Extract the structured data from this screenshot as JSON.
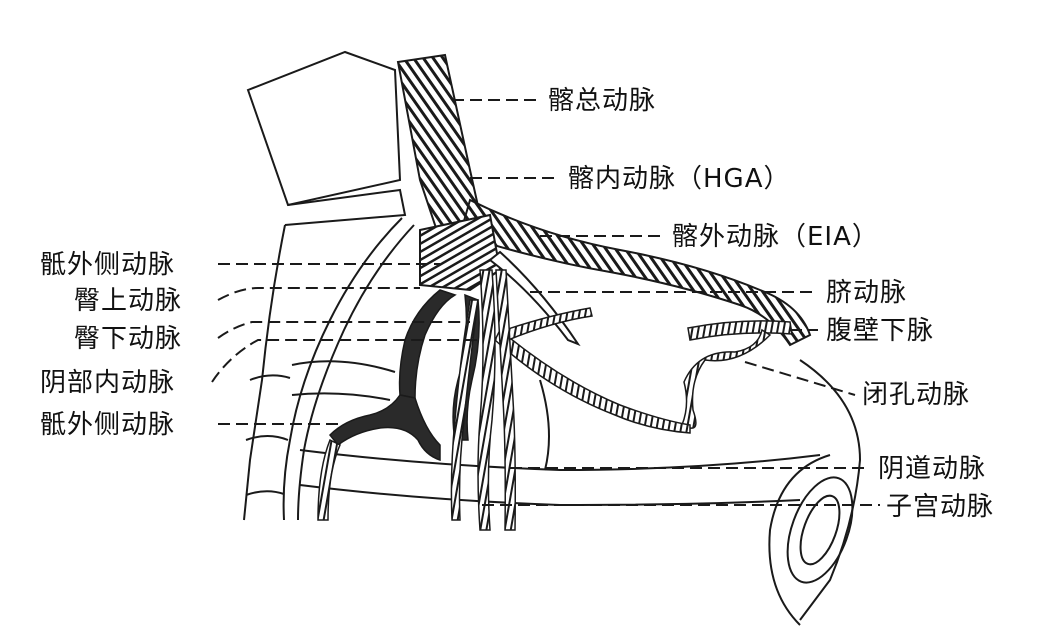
{
  "diagram": {
    "labels": {
      "common_iliac": "髂总动脉",
      "internal_iliac": "髂内动脉（HGA）",
      "external_iliac": "髂外动脉（EIA）",
      "umbilical": "脐动脉",
      "inferior_epigastric": "腹壁下脉",
      "obturator": "闭孔动脉",
      "vaginal": "阴道动脉",
      "uterine": "子宫动脉",
      "lateral_sacral_upper": "骶外侧动脉",
      "superior_gluteal": "臀上动脉",
      "inferior_gluteal": "臀下动脉",
      "internal_pudendal": "阴部内动脉",
      "lateral_sacral_lower": "骶外侧动脉"
    },
    "colors": {
      "line": "#1a1a1a",
      "vessel_fill": "#ffffff",
      "shade": "#2a2a2a",
      "text": "#111111"
    }
  }
}
